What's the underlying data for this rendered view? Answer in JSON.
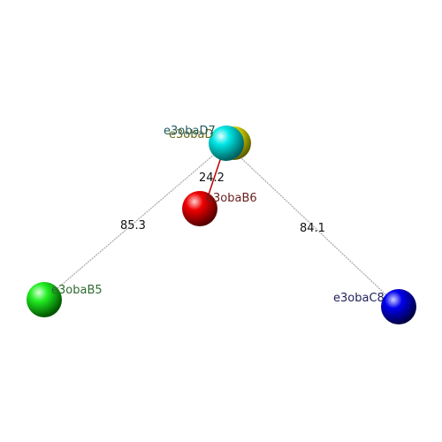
{
  "atoms": [
    {
      "label": "e3obaB5",
      "color": "#00dd00",
      "label_color": "#2e6b2e"
    },
    {
      "label": "e3obaB6",
      "color": "#ee0000",
      "label_color": "#6a1f1f"
    },
    {
      "label": "e3obaC8",
      "color": "#0000ee",
      "label_color": "#1f1f5a"
    },
    {
      "label": "e3obaD7",
      "color": "#00e5e5",
      "label_color": "#1f5a5a"
    },
    {
      "label": "e3obaD",
      "color": "#e0e000",
      "label_color": "#6b6b1a"
    }
  ],
  "distances": {
    "d_b5": "85.3",
    "d_b6": "24.2",
    "d_c8": "84.1"
  }
}
